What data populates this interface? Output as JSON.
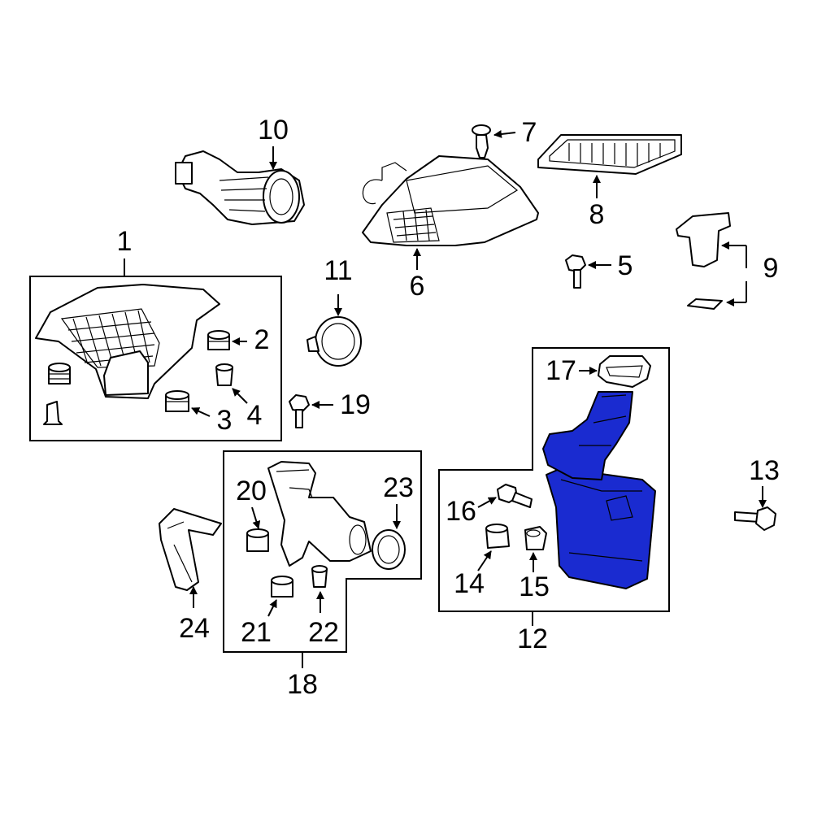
{
  "diagram": {
    "highlight_color": "#1a2bd0",
    "line_color": "#000000",
    "background": "#ffffff",
    "callouts": [
      {
        "id": "1",
        "label": "1"
      },
      {
        "id": "2",
        "label": "2"
      },
      {
        "id": "3",
        "label": "3"
      },
      {
        "id": "4",
        "label": "4"
      },
      {
        "id": "5",
        "label": "5"
      },
      {
        "id": "6",
        "label": "6"
      },
      {
        "id": "7",
        "label": "7"
      },
      {
        "id": "8",
        "label": "8"
      },
      {
        "id": "9",
        "label": "9"
      },
      {
        "id": "10",
        "label": "10"
      },
      {
        "id": "11",
        "label": "11"
      },
      {
        "id": "12",
        "label": "12"
      },
      {
        "id": "13",
        "label": "13"
      },
      {
        "id": "14",
        "label": "14"
      },
      {
        "id": "15",
        "label": "15"
      },
      {
        "id": "16",
        "label": "16"
      },
      {
        "id": "17",
        "label": "17"
      },
      {
        "id": "18",
        "label": "18"
      },
      {
        "id": "19",
        "label": "19"
      },
      {
        "id": "20",
        "label": "20"
      },
      {
        "id": "21",
        "label": "21"
      },
      {
        "id": "22",
        "label": "22"
      },
      {
        "id": "23",
        "label": "23"
      },
      {
        "id": "24",
        "label": "24"
      }
    ]
  }
}
